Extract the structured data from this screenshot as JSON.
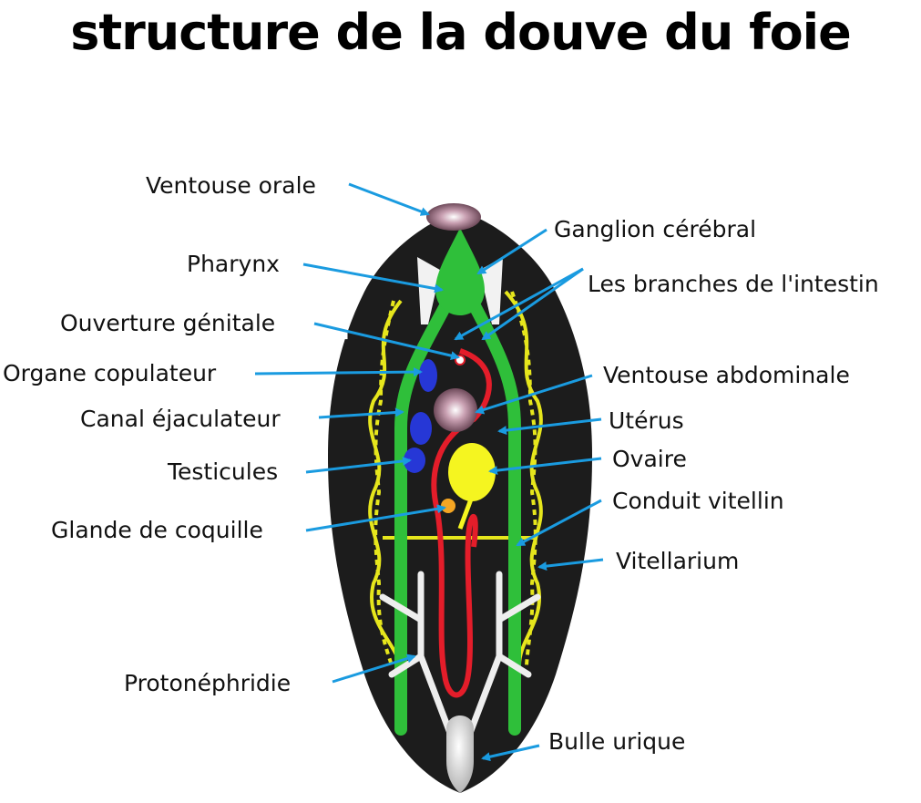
{
  "title": "structure de la douve du foie",
  "colors": {
    "body": "#1c1c1c",
    "intestine": "#2fbf3a",
    "uterus": "#e41d2a",
    "vitellarium": "#e6e61c",
    "testes": "#2637d6",
    "arrow": "#1a9be0",
    "excretory": "#eeeeee"
  },
  "labels": {
    "ventouse_orale": "Ventouse orale",
    "ganglion": "Ganglion cérébral",
    "pharynx": "Pharynx",
    "branches": "Les branches de l'intestin",
    "ouverture": "Ouverture génitale",
    "organe": "Organe copulateur",
    "ventouse_abd": "Ventouse abdominale",
    "canal": "Canal éjaculateur",
    "uterus": "Utérus",
    "ovaire": "Ovaire",
    "testicules": "Testicules",
    "conduit": "Conduit vitellin",
    "glande": "Glande de coquille",
    "vitellarium": "Vitellarium",
    "protonephridie": "Protonéphridie",
    "bulle": "Bulle urique"
  }
}
